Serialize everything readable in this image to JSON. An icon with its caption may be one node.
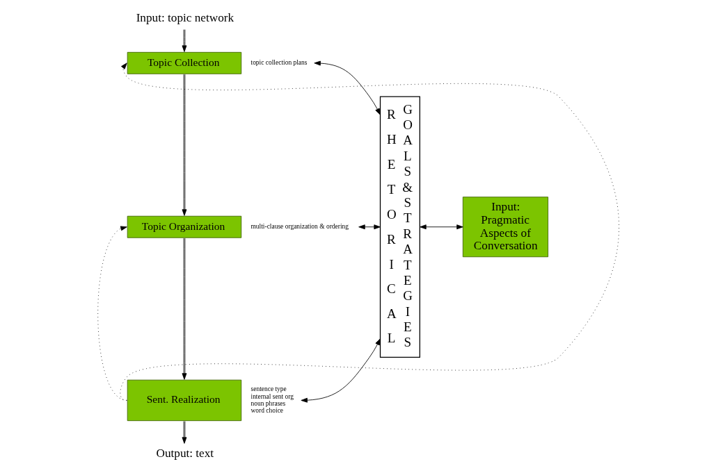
{
  "diagram": {
    "nodes": [
      {
        "text": [
          "Input: topic network"
        ]
      },
      {
        "text": [
          "Topic Collection"
        ],
        "beside": [
          "topic collection plans"
        ]
      },
      {
        "text": [
          "Topic Organization"
        ],
        "beside": [
          "multi-clause organization & ordering"
        ]
      },
      {
        "text": [
          "Sent. Realization"
        ],
        "beside": [
          "sentence type",
          "internal sent org",
          "noun phrases",
          "word choice"
        ]
      },
      {
        "text": [
          "Output: text"
        ]
      },
      {
        "text": [
          "RHETORICAL",
          "GOALS & STRATEGIES"
        ]
      },
      {
        "text": [
          "Input: Pragmatic Aspects of Conversation"
        ]
      }
    ],
    "edges": [
      {
        "from": 0,
        "to": 1,
        "arrow": "to"
      },
      {
        "from": 1,
        "to": 2,
        "arrow": "to"
      },
      {
        "from": 2,
        "to": 3,
        "arrow": "to"
      },
      {
        "from": 3,
        "to": 4,
        "arrow": "to"
      },
      {
        "from": 3,
        "to": 1,
        "arrow": "to",
        "style": "dashed"
      },
      {
        "from": 3,
        "to": 2,
        "arrow": "to",
        "style": "dashed"
      },
      {
        "from": 1,
        "to": 5,
        "arrow": "both"
      },
      {
        "from": 2,
        "to": 5,
        "arrow": "both"
      },
      {
        "from": 3,
        "to": 5,
        "arrow": "both"
      },
      {
        "from": 5,
        "to": 6,
        "arrow": "both"
      }
    ]
  }
}
